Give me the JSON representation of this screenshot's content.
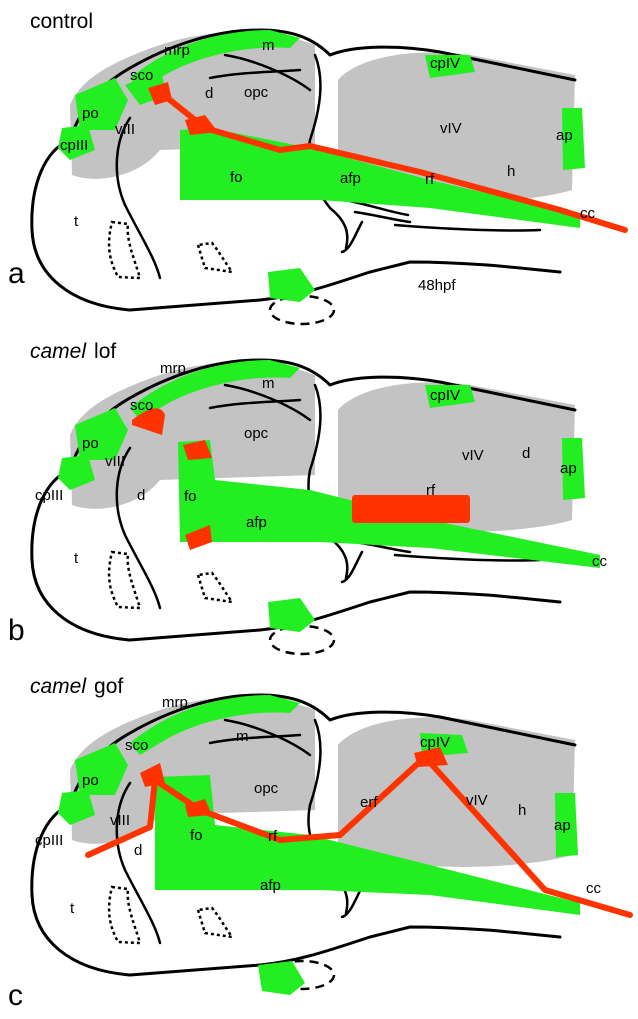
{
  "panels": [
    {
      "letter": "a",
      "condition": "control",
      "labels": {
        "m": "m",
        "mrp": "mrp",
        "sco": "sco",
        "po": "po",
        "cpIII": "cpIII",
        "vIII": "vIII",
        "d": "d",
        "opc": "opc",
        "cpIV": "cpIV",
        "vIV": "vIV",
        "ap": "ap",
        "fo": "fo",
        "afp": "afp",
        "rf": "rf",
        "h": "h",
        "cc": "cc",
        "t": "t"
      },
      "stage": "48hpf"
    },
    {
      "letter": "b",
      "condition_italic": "camel",
      "condition_suffix": "lof",
      "labels": {
        "m": "m",
        "mrp": "mrp",
        "sco": "sco",
        "po": "po",
        "cpIII": "cpIII",
        "vIII": "vIII",
        "d": "d",
        "d2": "d",
        "opc": "opc",
        "cpIV": "cpIV",
        "vIV": "vIV",
        "ap": "ap",
        "fo": "fo",
        "afp": "afp",
        "rf": "rf",
        "cc": "cc",
        "t": "t"
      }
    },
    {
      "letter": "c",
      "condition_italic": "camel",
      "condition_suffix": "gof",
      "labels": {
        "m": "m",
        "mrp": "mrp",
        "sco": "sco",
        "po": "po",
        "cpIII": "cpIII",
        "vIII": "vIII",
        "d": "d",
        "opc": "opc",
        "cpIV": "cpIV",
        "vIV": "vIV",
        "h": "h",
        "ap": "ap",
        "fo": "fo",
        "afp": "afp",
        "rf": "rf",
        "erf": "erf",
        "cc": "cc",
        "t": "t"
      }
    }
  ],
  "colors": {
    "gray": "#c3c3c3",
    "green": "#22ee22",
    "red": "#ff3300",
    "outline": "#000000"
  }
}
